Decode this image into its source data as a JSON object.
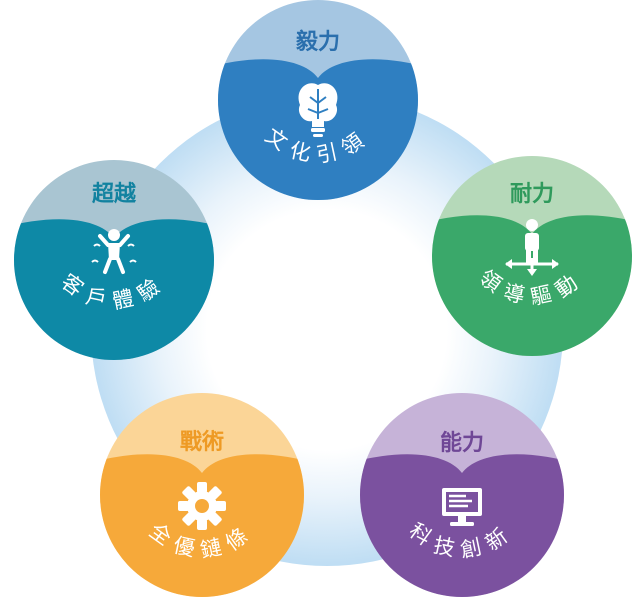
{
  "nodes": [
    {
      "id": "culture",
      "title": "毅力",
      "label": "文化引領",
      "icon": "brain-bulb-icon",
      "main_color": "#2f7fc1",
      "cap_color": "#a5c6e2",
      "title_color": "#2a6fad"
    },
    {
      "id": "leadership",
      "title": "耐力",
      "label": "領導驅動",
      "icon": "person-arrows-icon",
      "main_color": "#3aa86a",
      "cap_color": "#b5d9b9",
      "title_color": "#2f9a5c"
    },
    {
      "id": "technology",
      "title": "能力",
      "label": "科技創新",
      "icon": "monitor-icon",
      "main_color": "#7b519f",
      "cap_color": "#c6b3d8",
      "title_color": "#6f4796"
    },
    {
      "id": "supply-chain",
      "title": "戰術",
      "label": "全優鏈條",
      "icon": "gear-icon",
      "main_color": "#f6a93a",
      "cap_color": "#fbd597",
      "title_color": "#ee9a24"
    },
    {
      "id": "customer",
      "title": "超越",
      "label": "客戶體驗",
      "icon": "jumping-person-icon",
      "main_color": "#0e89a6",
      "cap_color": "#a9c5d2",
      "title_color": "#1282a0"
    }
  ]
}
